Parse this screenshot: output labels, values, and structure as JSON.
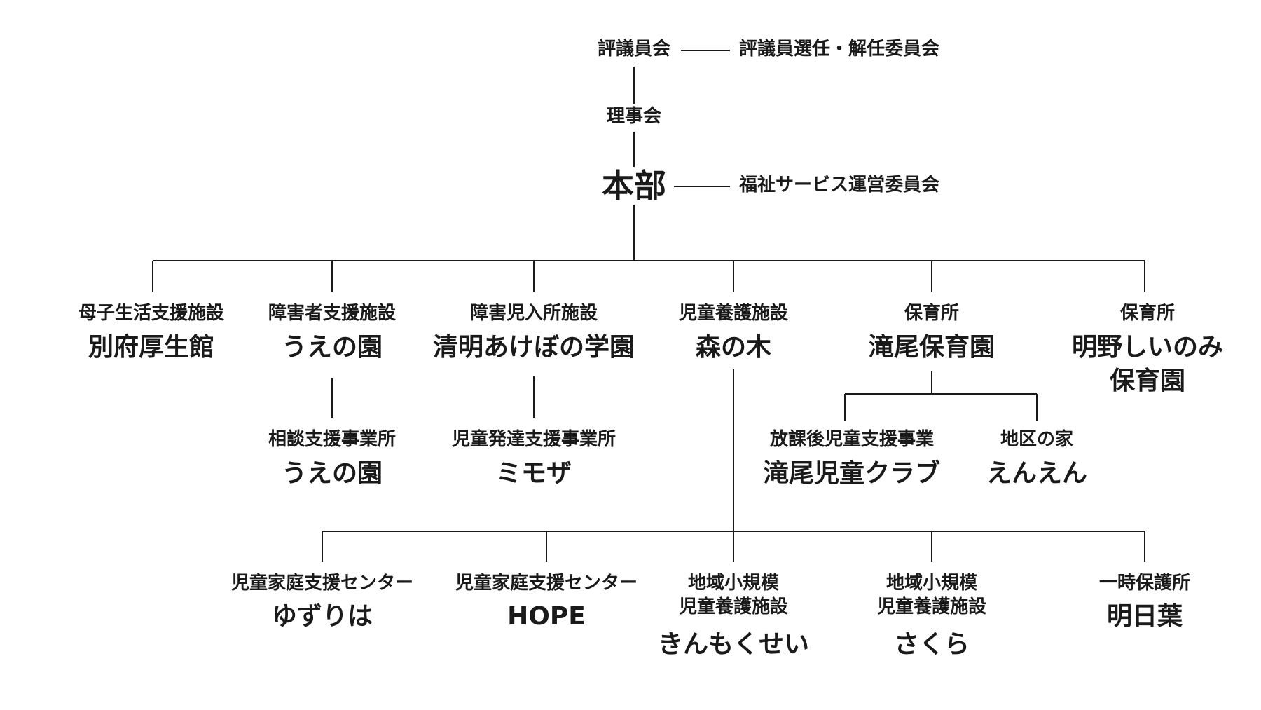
{
  "top": {
    "council": "評議員会",
    "council_committee": "評議員選任・解任委員会",
    "board": "理事会",
    "hq": "本部",
    "hq_committee": "福祉サービス運営委員会"
  },
  "facilities": [
    {
      "type": "母子生活支援施設",
      "name": "別府厚生館"
    },
    {
      "type": "障害者支援施設",
      "name": "うえの園"
    },
    {
      "type": "障害児入所施設",
      "name": "清明あけぼの学園"
    },
    {
      "type": "児童養護施設",
      "name": "森の木"
    },
    {
      "type": "保育所",
      "name": "滝尾保育園"
    },
    {
      "type": "保育所",
      "name_line1": "明野しいのみ",
      "name_line2": "保育園"
    }
  ],
  "sub_units": [
    {
      "type": "相談支援事業所",
      "name": "うえの園"
    },
    {
      "type": "児童発達支援事業所",
      "name": "ミモザ"
    },
    {
      "type": "放課後児童支援事業",
      "name": "滝尾児童クラブ"
    },
    {
      "type": "地区の家",
      "name": "えんえん"
    }
  ],
  "mori_branches": [
    {
      "type": "児童家庭支援センター",
      "name": "ゆずりは"
    },
    {
      "type": "児童家庭支援センター",
      "name": "HOPE"
    },
    {
      "type_line1": "地域小規模",
      "type_line2": "児童養護施設",
      "name": "きんもくせい"
    },
    {
      "type_line1": "地域小規模",
      "type_line2": "児童養護施設",
      "name": "さくら"
    },
    {
      "type": "一時保護所",
      "name": "明日葉"
    }
  ]
}
